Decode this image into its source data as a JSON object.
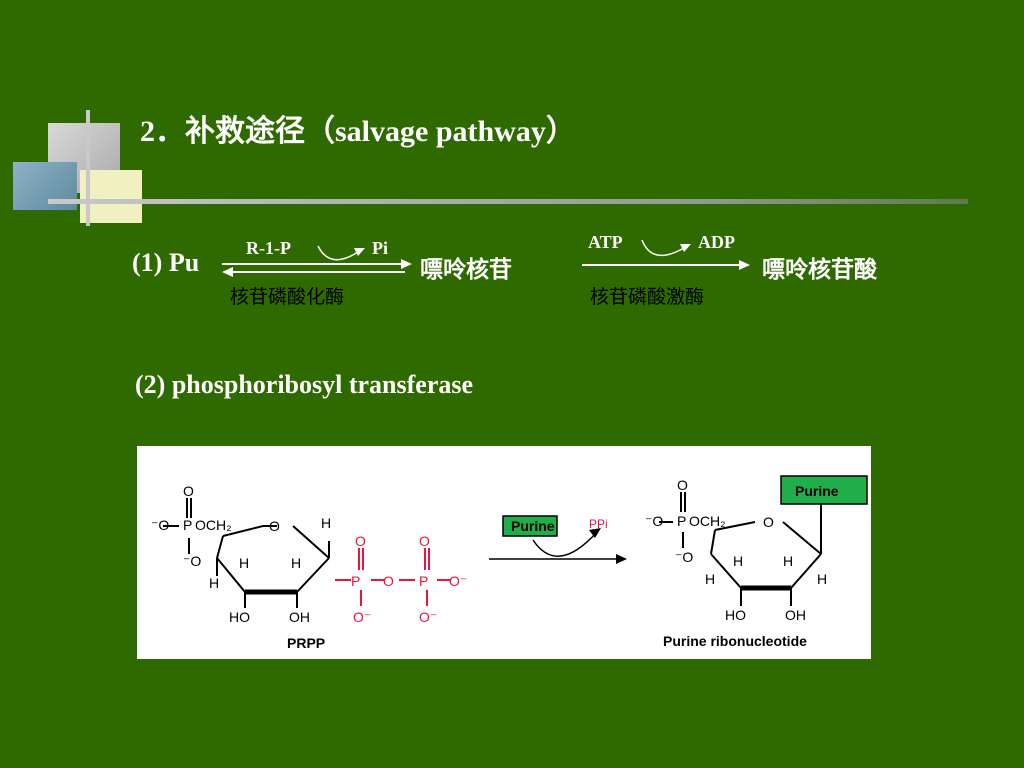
{
  "title": "2．补救途径（salvage pathway）",
  "reaction1": {
    "label": "(1) Pu",
    "reagent_in": "R-1-P",
    "reagent_out": "Pi",
    "enzyme": "核苷磷酸化酶",
    "product": "嘌呤核苷",
    "step2_in": "ATP",
    "step2_out": "ADP",
    "step2_enzyme": "核苷磷酸激酶",
    "step2_product": "嘌呤核苷酸"
  },
  "reaction2": {
    "label": "(2) phosphoribosyl transferase"
  },
  "figure": {
    "left_name": "PRPP",
    "right_name": "Purine ribonucleotide",
    "reagent_box": "Purine",
    "byproduct": "PPi",
    "product_box": "Purine"
  },
  "colors": {
    "background": "#2f6a00",
    "red_groups": "#e8163c",
    "purine_box": "#1fae4a"
  }
}
